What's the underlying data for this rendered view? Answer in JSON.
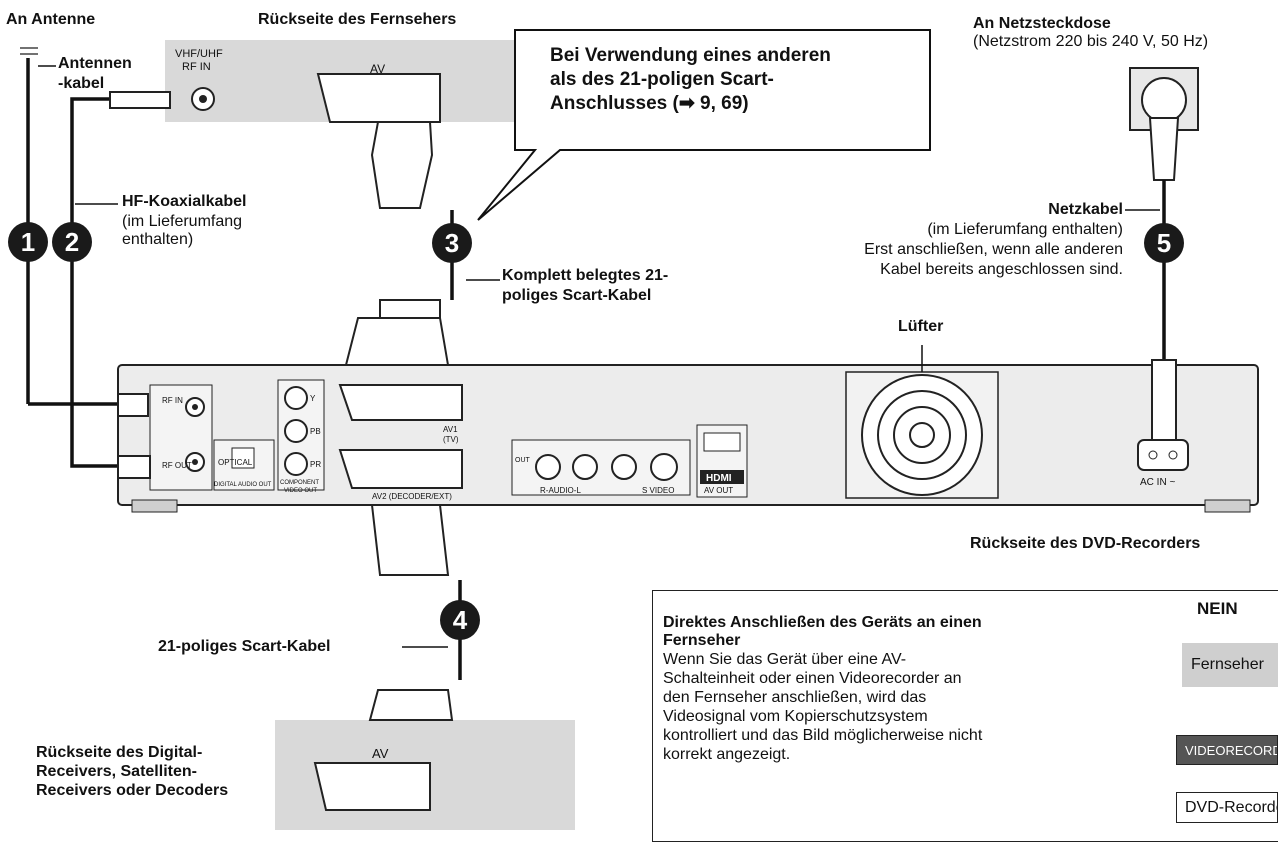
{
  "labels": {
    "antenna": "An Antenne",
    "antenna_cable_1": "Antennen",
    "antenna_cable_2": "-kabel",
    "tv_back": "Rückseite des Fernsehers",
    "vhf_uhf": "VHF/UHF",
    "rf_in": "RF IN",
    "av": "AV",
    "callout_1": "Bei Verwendung eines anderen",
    "callout_2": "als des 21-poligen Scart-",
    "callout_3": "Anschlusses (➡ 9, 69)",
    "outlet_title": "An Netzsteckdose",
    "outlet_sub": "(Netzstrom 220 bis 240 V, 50 Hz)",
    "hf_cable": "HF-Koaxialkabel",
    "hf_cable_2": "(im Lieferumfang",
    "hf_cable_3": "enthalten)",
    "scart_full_1": "Komplett belegtes 21-",
    "scart_full_2": "poliges Scart-Kabel",
    "power_cable": "Netzkabel",
    "power_cable_2": "(im Lieferumfang enthalten)",
    "power_cable_3": "Erst anschließen, wenn alle anderen",
    "power_cable_4": "Kabel bereits angeschlossen sind.",
    "fan": "Lüfter",
    "dvd_back": "Rückseite des DVD-Recorders",
    "scart_21": "21-poliges Scart-Kabel",
    "receiver_1": "Rückseite des Digital-",
    "receiver_2": "Receivers, Satelliten-",
    "receiver_3": "Receivers oder Decoders",
    "av2": "AV",
    "num1": "1",
    "num2": "2",
    "num3": "3",
    "num4": "4",
    "num5": "5"
  },
  "device_labels": {
    "rf_in": "RF IN",
    "rf_out": "RF OUT",
    "y": "Y",
    "pb": "PB",
    "pr": "PR",
    "av1": "AV1",
    "tv": "(TV)",
    "av2": "AV2 (DECODER/EXT)",
    "optical": "OPTICAL",
    "digital_audio": "DIGITAL AUDIO OUT",
    "component": "COMPONENT",
    "video_out": "VIDEO OUT",
    "audio": "R-AUDIO-L",
    "s_video": "S VIDEO",
    "out": "OUT",
    "hdmi": "HDMI",
    "av_out": "AV OUT",
    "ac_in": "AC IN ~"
  },
  "note": {
    "title_1": "Direktes Anschließen des Geräts an einen",
    "title_2": "Fernseher",
    "body_1": "Wenn Sie das Gerät über eine AV-",
    "body_2": "Schalteinheit oder einen Videorecorder an",
    "body_3": "den Fernseher anschließen, wird das",
    "body_4": "Videosignal vom Kopierschutzsystem",
    "body_5": "kontrolliert und das Bild möglicherweise nicht",
    "body_6": "korrekt angezeigt.",
    "nein": "NEIN",
    "tv_box": "Fernseher",
    "vcr_box": "VIDEORECORDER",
    "dvd_box": "DVD-Recorder"
  },
  "colors": {
    "panel": "#d9d9d9",
    "device": "#e6e6e6",
    "badge": "#1a1a1a"
  }
}
